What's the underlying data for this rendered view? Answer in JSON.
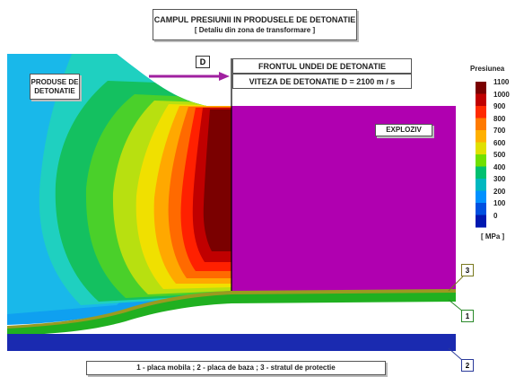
{
  "title": {
    "line1": "CAMPUL PRESIUNII IN PRODUSELE DE DETONATIE",
    "line2": "[ Detaliu din zona de transformare ]"
  },
  "labels": {
    "marker_d": "D",
    "front": "FRONTUL UNDEI DE DETONATIE",
    "speed": "VITEZA DE DETONATIE  D = 2100 m / s",
    "products_line1": "PRODUSE DE",
    "products_line2": "DETONATIE",
    "explosive": "EXPLOZIV",
    "n1": "1",
    "n2": "2",
    "n3": "3"
  },
  "legend": "1 - placa mobila  ;   2 - placa de baza  ;   3 - stratul de protectie",
  "scale": {
    "title": "Presiunea",
    "unit": "[ MPa ]",
    "ticks": [
      "1100",
      "1000",
      "900",
      "800",
      "700",
      "600",
      "500",
      "400",
      "300",
      "200",
      "100",
      "0"
    ],
    "colors": [
      "#7a0000",
      "#c00000",
      "#ff2a00",
      "#ff7a00",
      "#ffb000",
      "#e0e000",
      "#70e000",
      "#00c070",
      "#00b8c0",
      "#0090ff",
      "#0050e0",
      "#0018b0"
    ]
  },
  "colors": {
    "explosive": "#b000b0",
    "front_line": "#000000",
    "mobile_plate": "#20b020",
    "protective_layer": "#9a9a20",
    "base_plate": "#1a2ab0",
    "arrow": "#a020a0"
  }
}
